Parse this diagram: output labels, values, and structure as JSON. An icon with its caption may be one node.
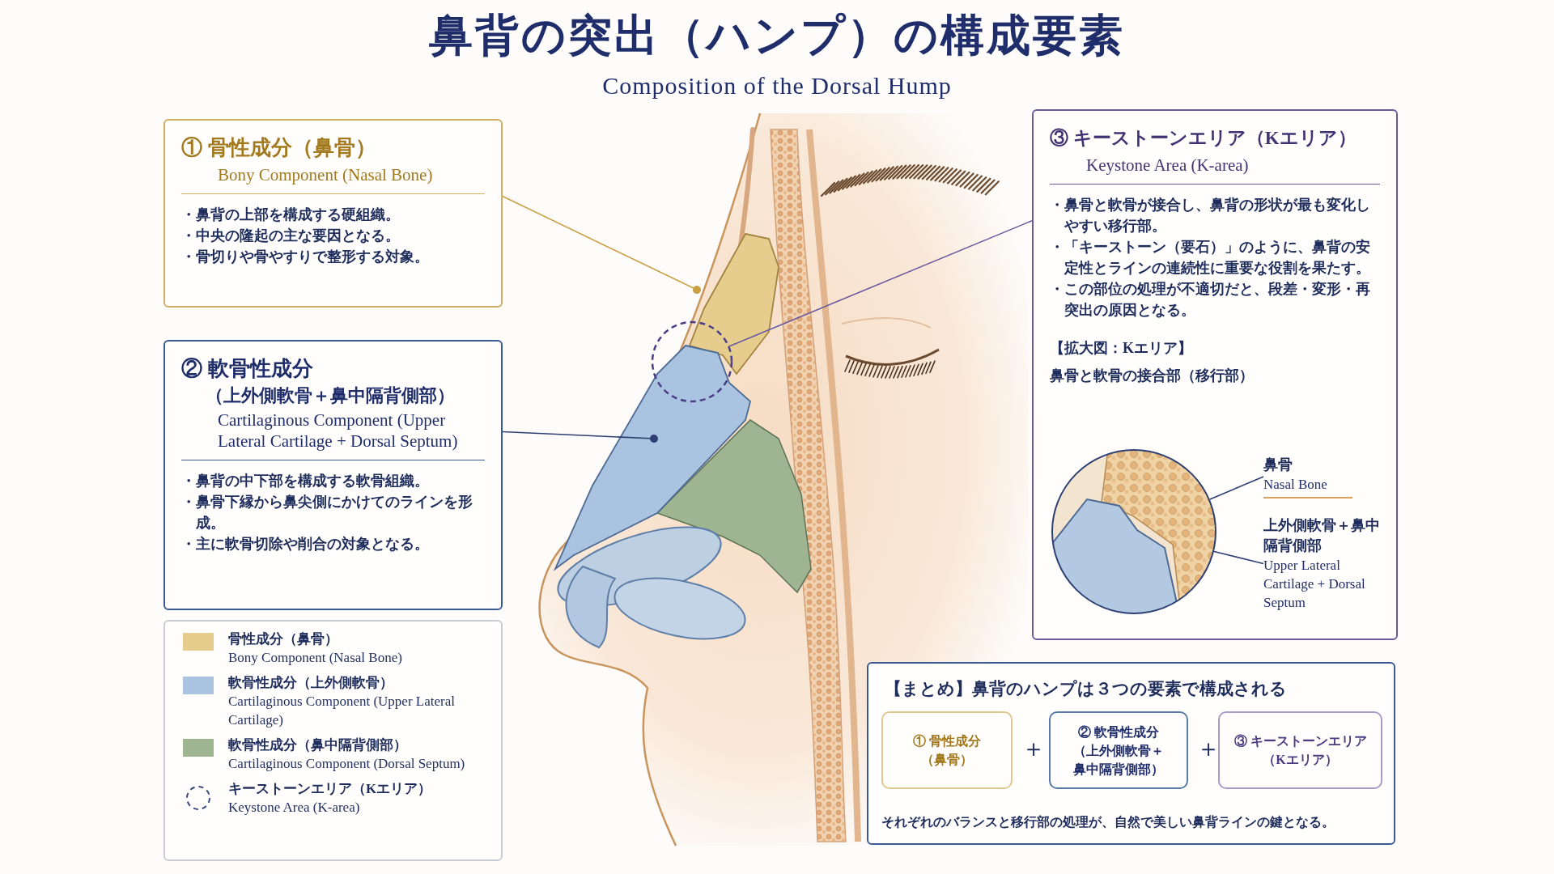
{
  "diagram": {
    "title": "鼻背の突出（ハンプ）の構成要素",
    "nodes": [
      {
        "text": [
          "① 骨性成分（鼻骨）",
          "Bony Component (Nasal Bone)",
          "・鼻背の上部を構成する硬組織。",
          "・中央の隆起の主な要因となる。",
          "・骨切りや骨やすりで整形する対象。"
        ]
      },
      {
        "text": [
          "② 軟骨性成分",
          "（上外側軟骨＋鼻中隔背側部）",
          "Cartilaginous Component (Upper Lateral Cartilage + Dorsal Septum)",
          "・鼻背の中下部を構成する軟骨組織。",
          "・鼻骨下縁から鼻尖側にかけてのラインを形成。",
          "・主に軟骨切除や削合の対象となる。"
        ]
      },
      {
        "text": [
          "③ キーストーンエリア（Kエリア）",
          "Keystone Area (K-area)",
          "・鼻骨と軟骨が接合し、鼻背の形状が最も変化しやすい移行部。",
          "・「キーストーン（要石）」のように、鼻背の安定性とラインの連続性に重要な役割を果たす。",
          "・この部位の処理が不適切だと、段差・変形・再突出の原因となる。",
          "【拡大図：Kエリア】",
          "鼻骨と軟骨の接合部（移行部）"
        ]
      },
      {
        "text": [],
        "shape": "picture",
        "in": 2
      },
      {
        "text": [
          "鼻骨",
          "Nasal Bone"
        ],
        "in": 2
      },
      {
        "text": [
          "上外側軟骨＋鼻中隔背側部",
          "Upper Lateral Cartilage + Dorsal Septum"
        ],
        "in": 2
      },
      {
        "text": [],
        "shape": "picture"
      },
      {
        "text": [],
        "shape": "picture"
      },
      {
        "text": [],
        "shape": "circle"
      },
      {
        "text": [
          "【まとめ】鼻背のハンプは３つの要素で構成される",
          "それぞれのバランスと移行部の処理が、自然で美しい鼻背ラインの鍵となる。"
        ]
      },
      {
        "text": [
          "① 骨性成分（鼻骨）"
        ],
        "in": 9
      },
      {
        "text": [
          "② 軟骨性成分（上外側軟骨＋鼻中隔背側部）"
        ],
        "in": 9
      },
      {
        "text": [
          "③ キーストーンエリア（Kエリア）"
        ],
        "in": 9
      }
    ],
    "edges": [
      {
        "from": 0,
        "to": 6,
        "arrow": "other",
        "color": "#c9a043"
      },
      {
        "from": 1,
        "to": 7,
        "arrow": "other"
      },
      {
        "from": 2,
        "to": 8,
        "arrow": "none",
        "color": "#6a5aa0"
      },
      {
        "from": 4,
        "to": 3,
        "arrow": "none"
      },
      {
        "from": 5,
        "to": 3,
        "arrow": "none"
      }
    ],
    "labels": [
      "Composition of the Dorsal Hump",
      "＋",
      "＋"
    ],
    "legend": [
      {
        "text": "骨性成分（鼻骨） Bony Component (Nasal Bone)",
        "color": "#e6cd8e"
      },
      {
        "text": "軟骨性成分（上外側軟骨） Cartilaginous Component (Upper Lateral Cartilage)",
        "color": "#a9c3e0"
      },
      {
        "text": "軟骨性成分（鼻中隔背側部） Cartilaginous Component (Dorsal Septum)",
        "color": "#9fb592"
      },
      {
        "text": "キーストーンエリア（Kエリア） Keystone Area (K-area)"
      }
    ]
  }
}
